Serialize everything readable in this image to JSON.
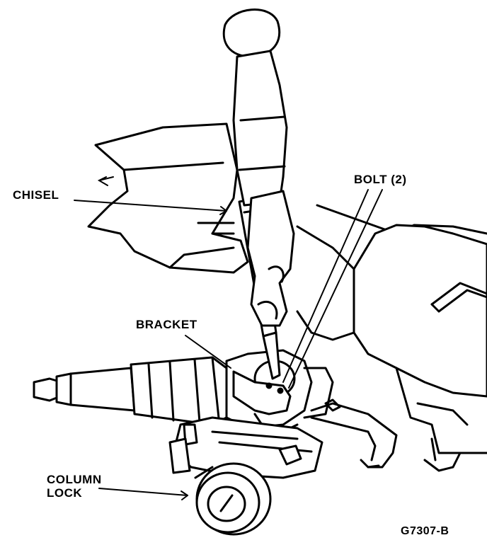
{
  "labels": {
    "chisel": "CHISEL",
    "bolt": "BOLT (2)",
    "bracket": "BRACKET",
    "column_lock_line1": "COLUMN",
    "column_lock_line2": "LOCK",
    "figure_code": "G7307-B"
  },
  "colors": {
    "ink": "#000000",
    "paper": "#ffffff"
  }
}
